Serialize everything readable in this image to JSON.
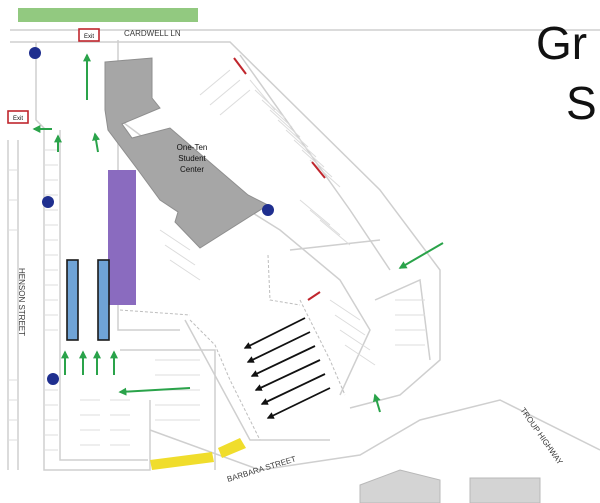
{
  "map": {
    "streets": {
      "cardwell": "CARDWELL LN",
      "henson": "HENSON STREET",
      "barbara": "BARBARA STREET",
      "troup": "TROUP HIGHWAY"
    },
    "building": {
      "line1": "One-Ten",
      "line2": "Student",
      "line3": "Center"
    },
    "exits": {
      "top": "Exit",
      "left": "Exit"
    },
    "cropped_title": {
      "line1": "Gr",
      "line2": "S"
    },
    "icons": [
      "accessible-parking-icon",
      "exit-sign-icon",
      "traffic-arrow-icon"
    ],
    "colors": {
      "background": "#ffffff",
      "lot_outline": "#cfcfcf",
      "building": "#a6a6a6",
      "accessible_parking": "#1f2f8f",
      "traffic_arrow": "#2aa34a",
      "loading_arrow": "#111111",
      "reserved_lot": "#8a6bbf",
      "reserved_strip": "#6fa3d6",
      "restricted_marker": "#c0262d",
      "yellow_zone": "#f0dd2c",
      "exit_box": "#c0262d",
      "grass": "#7fbf6a"
    }
  }
}
